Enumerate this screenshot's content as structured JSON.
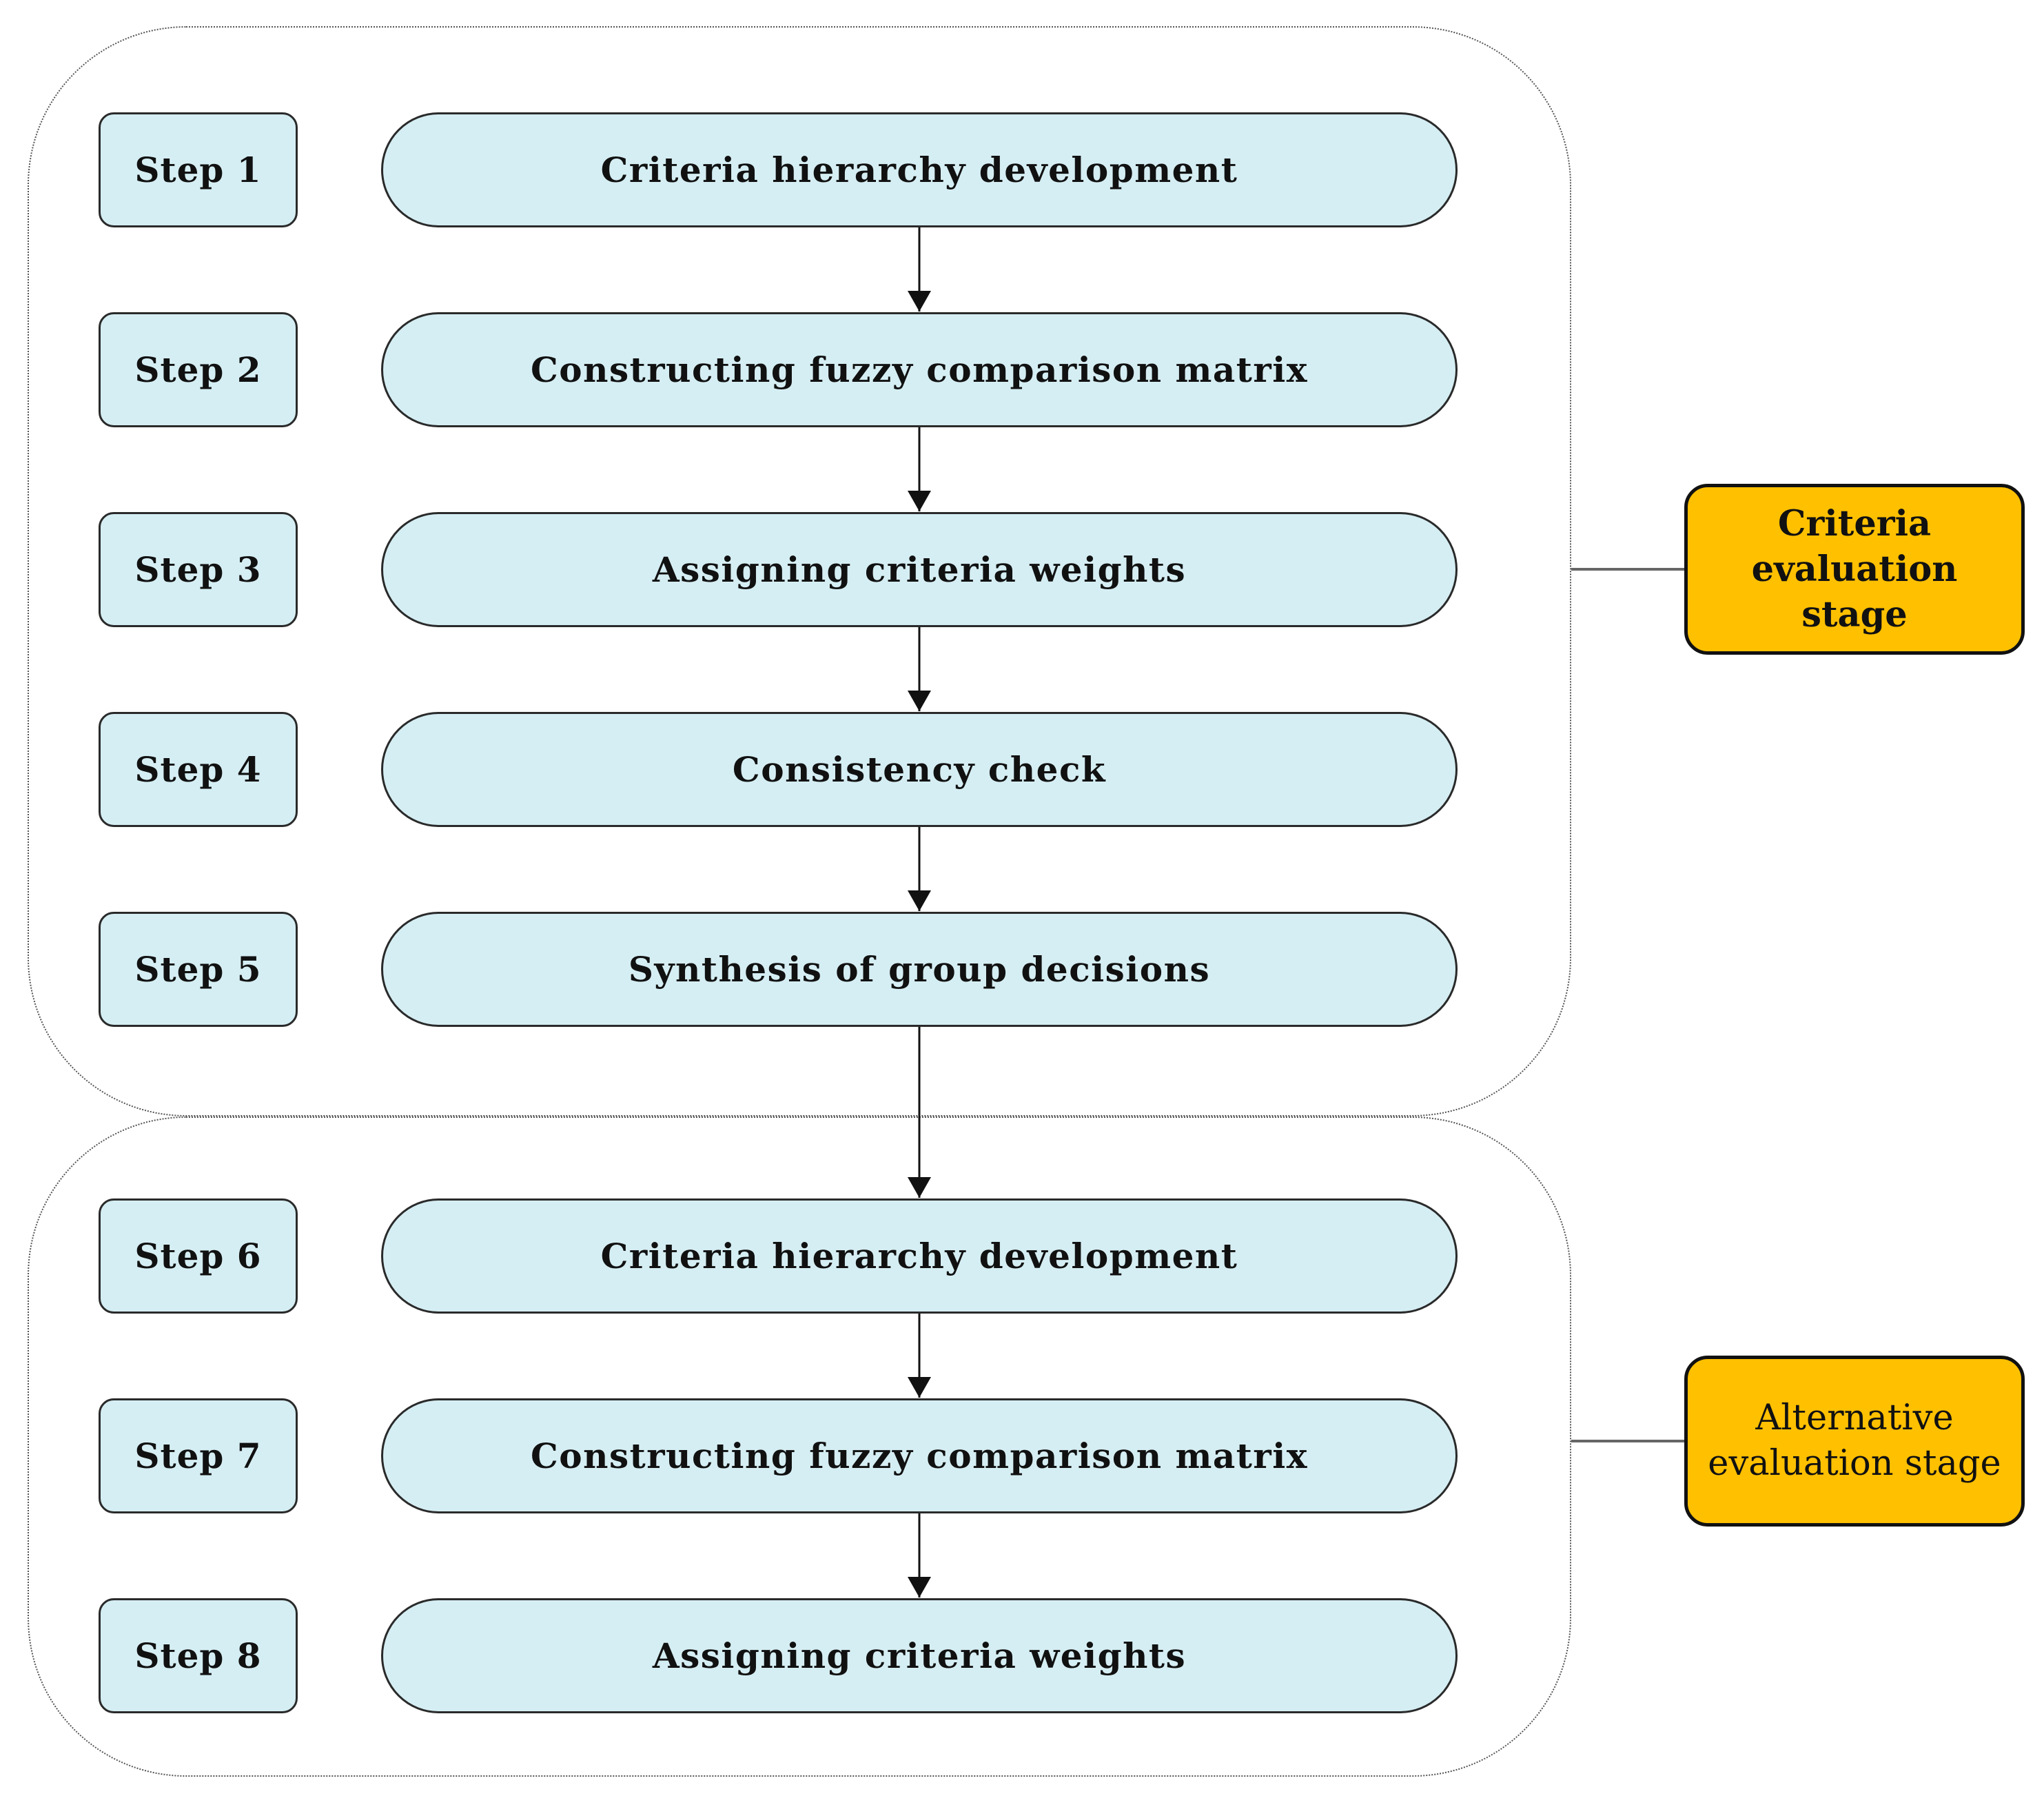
{
  "steps": [
    {
      "label": "Step 1",
      "text": "Criteria hierarchy development"
    },
    {
      "label": "Step 2",
      "text": "Constructing fuzzy comparison matrix"
    },
    {
      "label": "Step 3",
      "text": "Assigning criteria weights"
    },
    {
      "label": "Step 4",
      "text": "Consistency check"
    },
    {
      "label": "Step 5",
      "text": "Synthesis of group decisions"
    },
    {
      "label": "Step 6",
      "text": "Criteria hierarchy development"
    },
    {
      "label": "Step 7",
      "text": "Constructing fuzzy comparison matrix"
    },
    {
      "label": "Step 8",
      "text": "Assigning criteria weights"
    }
  ],
  "stages": {
    "criteria": "Criteria evaluation stage",
    "alternative": "Alternative evaluation stage"
  },
  "colors": {
    "box_fill": "#d5eef3",
    "stage_fill": "#ffc000",
    "stroke": "#2a2a2a"
  }
}
